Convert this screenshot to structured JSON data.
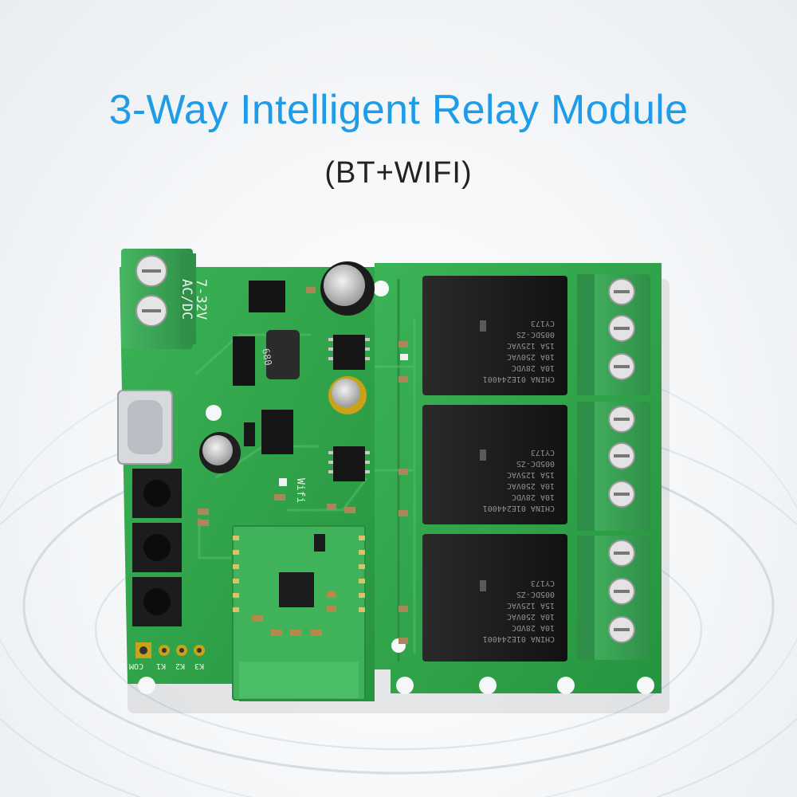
{
  "header": {
    "title": "3-Way Intelligent Relay Module",
    "subtitle": "(BT+WIFI)"
  },
  "board": {
    "power_label_line1": "AC/DC",
    "power_label_line2": "7-32V",
    "wifi_label": "Wifi",
    "inductor_code": "680",
    "relay_model": "005DC-ZS",
    "relay_rating_1": "10A 28VDC",
    "relay_rating_2": "10A 250VAC",
    "relay_rating_3": "15A 125VAC",
    "relay_brand": "CY173",
    "relay_serial": "CHINA 01E244001",
    "pin_labels": [
      "COM",
      "K1",
      "K2",
      "K3"
    ]
  },
  "colors": {
    "title": "#1f9be8",
    "pcb": "#2fa34a",
    "relay": "#1a1a1a",
    "terminal": "#3aa356"
  }
}
